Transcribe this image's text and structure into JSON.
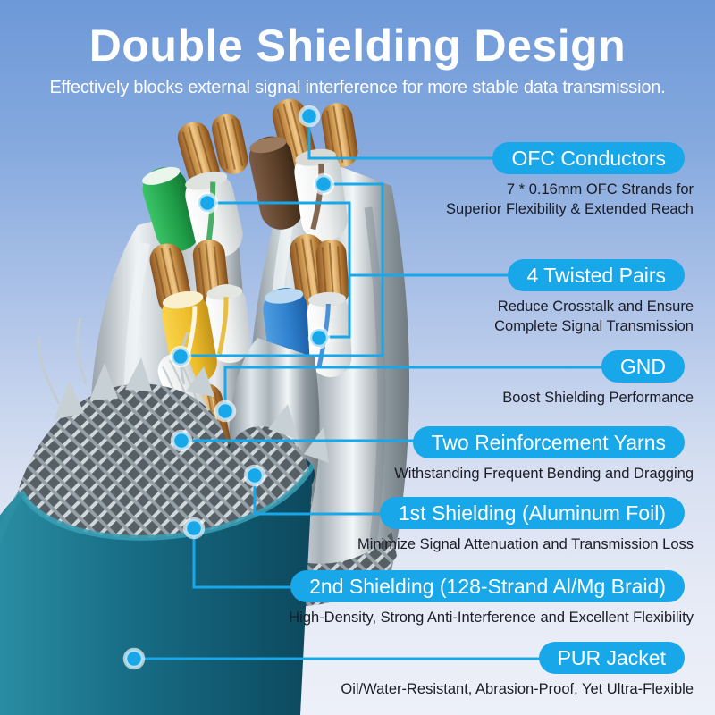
{
  "page": {
    "title": "Double Shielding Design",
    "subtitle": "Effectively blocks external signal interference for more stable data transmission.",
    "accent_color": "#18a7e9",
    "background_top_color": "#6d99d8",
    "background_bottom_color": "#edf0f8",
    "jacket_color": "#156c85"
  },
  "callouts": [
    {
      "label": "OFC Conductors",
      "desc_line1": "7 * 0.16mm OFC Strands for",
      "desc_line2": "Superior Flexibility & Extended Reach"
    },
    {
      "label": "4 Twisted Pairs",
      "desc_line1": "Reduce Crosstalk and Ensure",
      "desc_line2": "Complete Signal Transmission"
    },
    {
      "label": "GND",
      "desc_line1": "Boost Shielding Performance",
      "desc_line2": ""
    },
    {
      "label": "Two Reinforcement Yarns",
      "desc_line1": "Withstanding Frequent Bending and Dragging",
      "desc_line2": ""
    },
    {
      "label": "1st Shielding (Aluminum Foil)",
      "desc_line1": "Minimize Signal Attenuation and Transmission Loss",
      "desc_line2": ""
    },
    {
      "label": "2nd Shielding (128-Strand Al/Mg Braid)",
      "desc_line1": "High-Density, Strong Anti-Interference and Excellent Flexibility",
      "desc_line2": ""
    },
    {
      "label": "PUR Jacket",
      "desc_line1": "Oil/Water-Resistant, Abrasion-Proof, Yet Ultra-Flexible",
      "desc_line2": ""
    }
  ]
}
